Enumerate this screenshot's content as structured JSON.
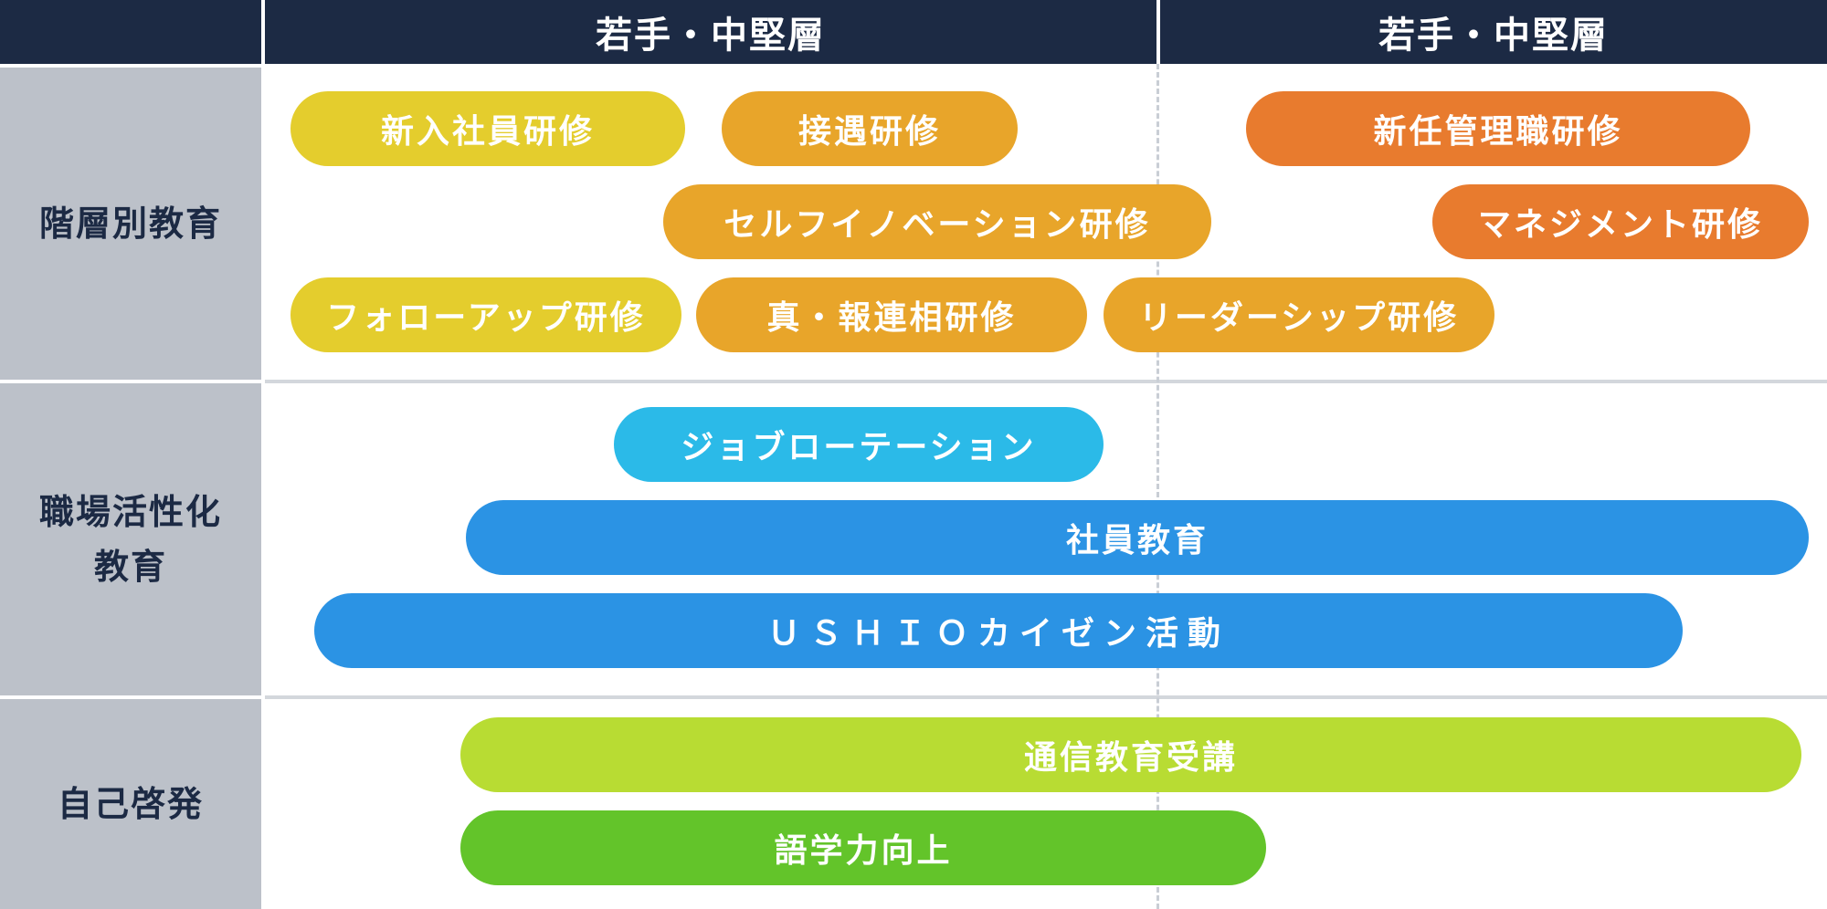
{
  "header": {
    "columns": [
      "若手・中堅層",
      "若手・中堅層"
    ]
  },
  "rows": [
    {
      "label": "階層別教育"
    },
    {
      "label": "職場活性化\n教育"
    },
    {
      "label": "自己啓発"
    }
  ],
  "programs": [
    {
      "label": "新入社員研修",
      "color": "#e4cd2d"
    },
    {
      "label": "接遇研修",
      "color": "#e8a52a"
    },
    {
      "label": "新任管理職研修",
      "color": "#e87b2e"
    },
    {
      "label": "セルフイノベーション研修",
      "color": "#e8a52a"
    },
    {
      "label": "マネジメント研修",
      "color": "#e87b2e"
    },
    {
      "label": "フォローアップ研修",
      "color": "#e4cd2d"
    },
    {
      "label": "真・報連相研修",
      "color": "#e8a52a"
    },
    {
      "label": "リーダーシップ研修",
      "color": "#e8a52a"
    },
    {
      "label": "ジョブローテーション",
      "color": "#2bbae8"
    },
    {
      "label": "社員教育",
      "color": "#2b93e4"
    },
    {
      "label": "ＵＳＨＩＯカイゼン活動",
      "color": "#2b93e4"
    },
    {
      "label": "通信教育受講",
      "color": "#b8dc33"
    },
    {
      "label": "語学力向上",
      "color": "#63c42a"
    }
  ],
  "colors": {
    "header_bg": "#1c2a44",
    "row_label_bg": "#bcc1c9",
    "row_label_text": "#1c2a44"
  }
}
